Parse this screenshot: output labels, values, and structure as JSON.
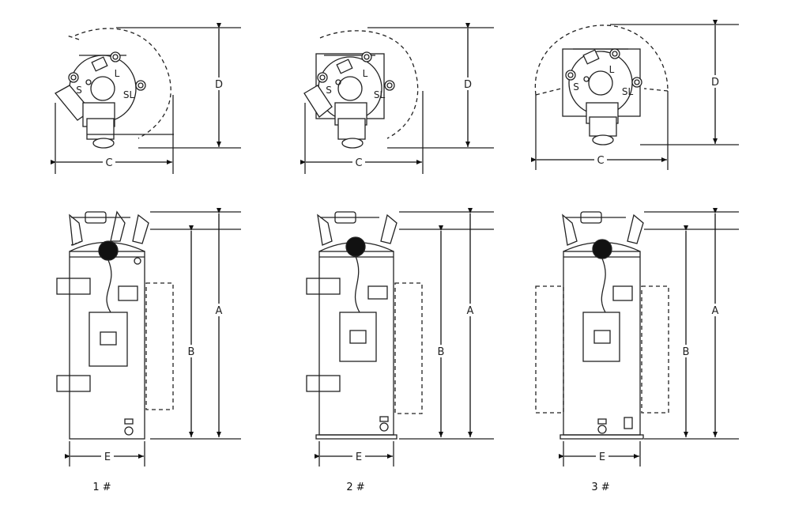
{
  "dimensions": {
    "a": "A",
    "b": "B",
    "c": "C",
    "d": "D",
    "e": "E"
  },
  "bushing_labels": {
    "s": "S",
    "l": "L",
    "sl": "SL"
  },
  "variants": [
    {
      "caption": "1 #"
    },
    {
      "caption": "2 #"
    },
    {
      "caption": "3 #"
    }
  ]
}
